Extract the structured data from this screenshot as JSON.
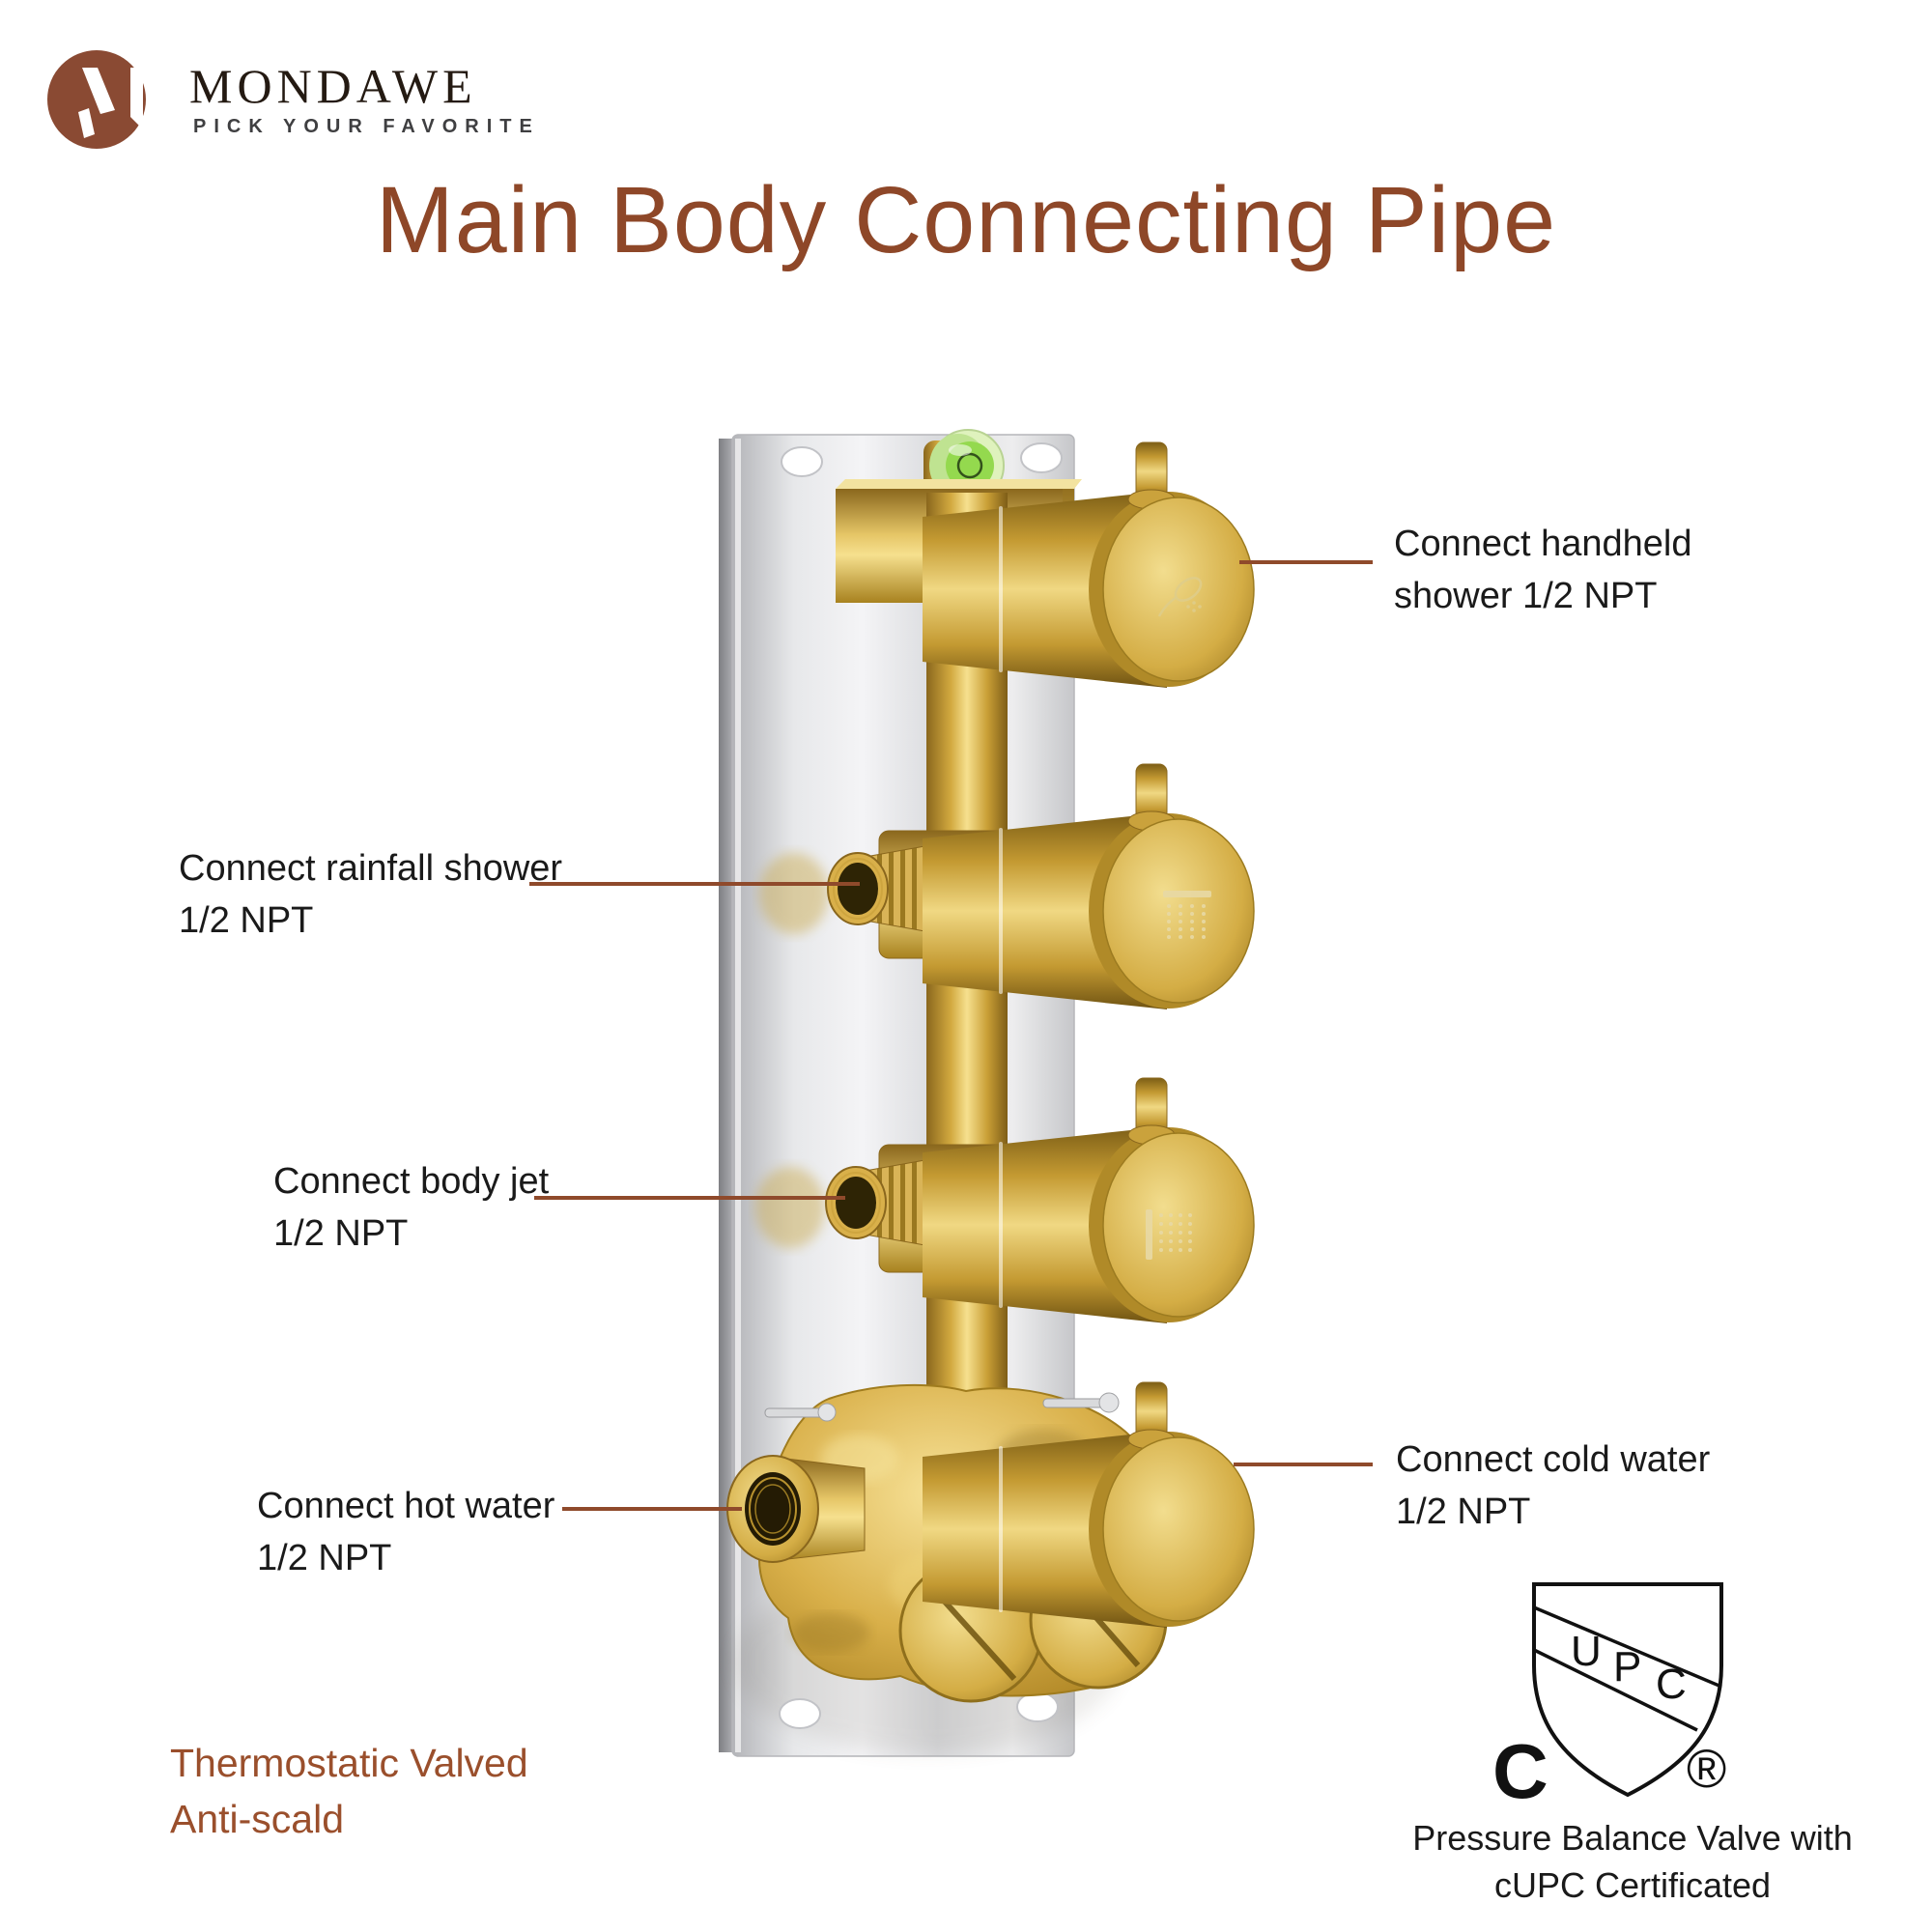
{
  "brand": {
    "name": "MONDAWE",
    "tagline": "PICK YOUR FAVORITE"
  },
  "title": "Main Body Connecting Pipe",
  "callouts": {
    "handheld": {
      "line1": "Connect handheld",
      "line2": "shower 1/2 NPT"
    },
    "rainfall": {
      "line1": "Connect rainfall shower",
      "line2": "1/2 NPT"
    },
    "body_jet": {
      "line1": "Connect body jet",
      "line2": "1/2 NPT"
    },
    "hot_water": {
      "line1": "Connect hot water",
      "line2": "1/2 NPT"
    },
    "cold_water": {
      "line1": "Connect cold water",
      "line2": "1/2 NPT"
    }
  },
  "feature_note": {
    "line1": "Thermostatic Valved",
    "line2": "Anti-scald"
  },
  "certification": {
    "shield": {
      "letter_u": "U",
      "letter_p": "P",
      "letter_c": "C"
    },
    "left_mark": "C",
    "registered_mark": "®",
    "caption_line1": "Pressure Balance Valve with",
    "caption_line2": "cUPC Certificated"
  },
  "colors": {
    "accent_brown": "#8E4728",
    "leader_line_brown": "#8F4A2B",
    "callout_text": "#1A1A1A",
    "brass_gold": "#C9A23C",
    "brass_highlight": "#F0D98B",
    "plate_silver": "#E9EAED",
    "level_bubble_green": "#94D94E"
  }
}
